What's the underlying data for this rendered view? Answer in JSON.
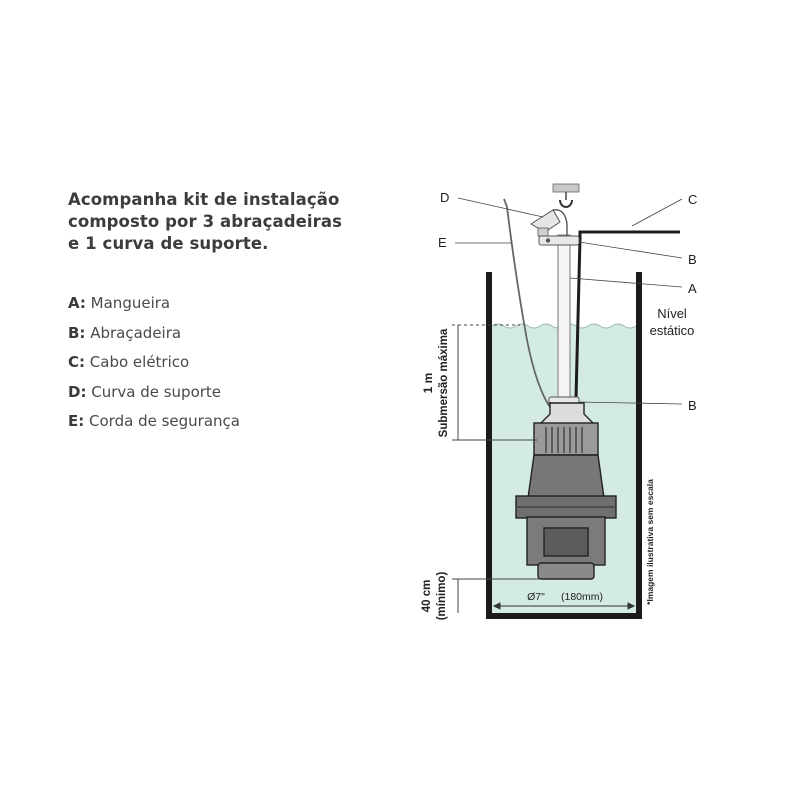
{
  "heading": {
    "lines": [
      "Acompanha kit de instalação",
      "composto por 3 abraçadeiras",
      "e 1 curva de suporte."
    ]
  },
  "legend": [
    {
      "key": "A:",
      "text": "Mangueira"
    },
    {
      "key": "B:",
      "text": "Abraçadeira"
    },
    {
      "key": "C:",
      "text": "Cabo elétrico"
    },
    {
      "key": "D:",
      "text": "Curva de suporte"
    },
    {
      "key": "E:",
      "text": "Corda de segurança"
    }
  ],
  "diagram": {
    "labels": {
      "d": "D",
      "c": "C",
      "e": "E",
      "b_top": "B",
      "a": "A",
      "b_bottom": "B"
    },
    "static_level": [
      "Nível",
      "estático"
    ],
    "submersion": {
      "value": "1 m",
      "text": "Submersão máxima"
    },
    "minimum": {
      "value": "40 cm",
      "text": "(mínimo)"
    },
    "diameter": {
      "symbol": "Ø7\"",
      "mm": "(180mm)"
    },
    "note": "*Imagem ilustrativa sem escala",
    "colors": {
      "water": "#d4ebe1",
      "walls": "#1a1a1a",
      "pump": "#2a2a2a",
      "lines": "#444444",
      "rope": "#666666"
    }
  }
}
